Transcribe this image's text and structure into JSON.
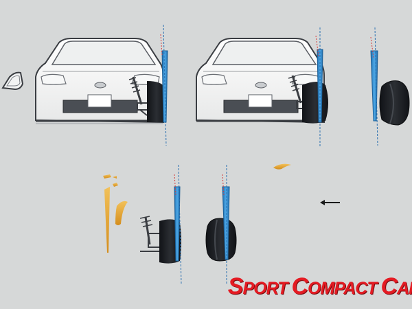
{
  "brand": {
    "text": "SPORT COMPACT CAR",
    "words": [
      {
        "cap": "S",
        "rest": "PORT"
      },
      {
        "cap": "C",
        "rest": "OMPACT"
      },
      {
        "cap": "C",
        "rest": "AR"
      }
    ],
    "color": "#e41b23"
  },
  "colors": {
    "background": "#d6d8d8",
    "car_body": "#f4f5f4",
    "outline": "#3a3d42",
    "tire": "#1d1f23",
    "strut_blue": "#2f8fd1",
    "camber_line": "#2a6fb0",
    "ref_red": "#d23a3a",
    "accent_orange": "#e3a22e",
    "arrow": "#1a1a1a"
  },
  "icons": [
    "car-front-icon",
    "tire-icon",
    "strut-icon",
    "arrow-left-icon",
    "side-mirror-icon"
  ]
}
